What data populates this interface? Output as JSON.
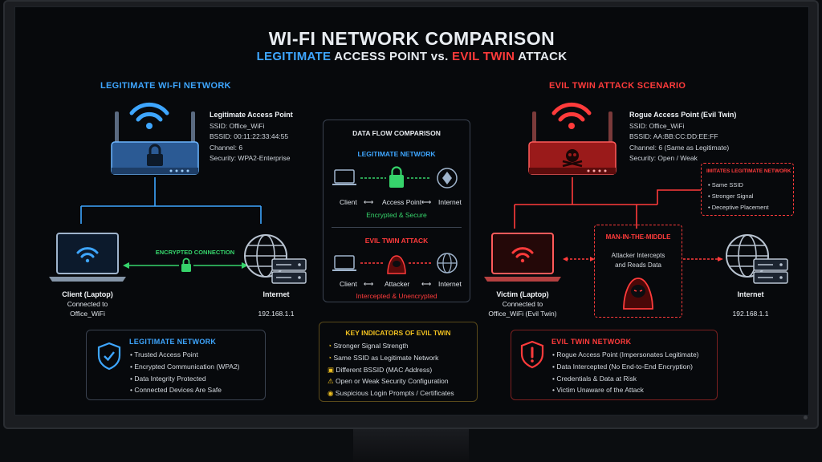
{
  "header": {
    "title": "WI-FI NETWORK COMPARISON",
    "subtitle_part1": "LEGITIMATE",
    "subtitle_part2": "ACCESS POINT vs.",
    "subtitle_part3": "EVIL TWIN",
    "subtitle_part4": "ATTACK"
  },
  "left": {
    "heading": "LEGITIMATE WI-FI NETWORK",
    "ap_title": "Legitimate Access Point",
    "ap_details": [
      "SSID: Office_WiFi",
      "BSSID: 00:11:22:33:44:55",
      "Channel: 6",
      "Security: WPA2-Enterprise"
    ],
    "connection_label": "ENCRYPTED CONNECTION",
    "client_title": "Client (Laptop)",
    "client_sub1": "Connected to",
    "client_sub2": "Office_WiFi",
    "internet_title": "Internet",
    "internet_ip": "192.168.1.1",
    "box_title": "LEGITIMATE NETWORK",
    "box_items": [
      "Trusted Access Point",
      "Encrypted Communication (WPA2)",
      "Data Integrity Protected",
      "Connected Devices Are Safe"
    ]
  },
  "center": {
    "title": "DATA FLOW COMPARISON",
    "legit_heading": "LEGITIMATE NETWORK",
    "legit_nodes": [
      "Client",
      "Access Point",
      "Internet"
    ],
    "legit_status": "Encrypted & Secure",
    "evil_heading": "EVIL TWIN ATTACK",
    "evil_nodes": [
      "Client",
      "Attacker",
      "Internet"
    ],
    "evil_status": "Intercepted & Unencrypted",
    "arrow": "⟷",
    "indicators_title": "KEY INDICATORS OF EVIL TWIN",
    "indicators": [
      "Stronger Signal Strength",
      "Same SSID as Legitimate Network",
      "Different BSSID (MAC Address)",
      "Open or Weak Security Configuration",
      "Suspicious Login Prompts / Certificates"
    ]
  },
  "right": {
    "heading": "EVIL TWIN ATTACK SCENARIO",
    "ap_title": "Rogue Access Point",
    "ap_title_suffix": "(Evil Twin)",
    "ap_details": [
      "SSID: Office_WiFi",
      "BSSID: AA:BB:CC:DD:EE:FF",
      "Channel: 6 (Same as Legitimate)",
      "Security: Open / Weak"
    ],
    "imitate_title": "IMITATES LEGITIMATE NETWORK",
    "imitate_items": [
      "Same SSID",
      "Stronger Signal",
      "Deceptive Placement"
    ],
    "mitm_title": "MAN-IN-THE-MIDDLE",
    "mitm_line1": "Attacker Intercepts",
    "mitm_line2": "and Reads Data",
    "victim_title": "Victim (Laptop)",
    "victim_sub1": "Connected to",
    "victim_sub2": "Office_WiFi (Evil Twin)",
    "internet_title": "Internet",
    "internet_ip": "192.168.1.1",
    "box_title": "EVIL TWIN NETWORK",
    "box_items": [
      "Rogue Access Point (Impersonates Legitimate)",
      "Data Intercepted (No End-to-End Encryption)",
      "Credentials & Data at Risk",
      "Victim Unaware of the Attack"
    ]
  },
  "colors": {
    "blue": "#3ea6ff",
    "red": "#ff3b3b",
    "green": "#36d46b",
    "yellow": "#f0c020"
  }
}
